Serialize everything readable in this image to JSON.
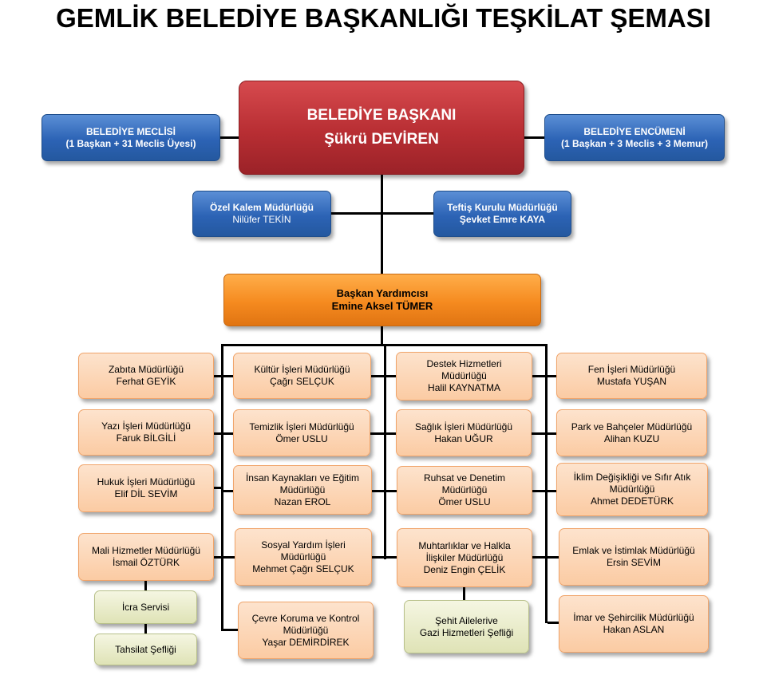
{
  "title": "GEMLİK BELEDİYE BAŞKANLIĞI TEŞKİLAT ŞEMASI",
  "top": {
    "mayor": {
      "line1": "BELEDİYE  BAŞKANI",
      "line2": "Şükrü  DEVİREN"
    },
    "council": {
      "line1": "BELEDİYE  MECLİSİ",
      "line2": "(1 Başkan + 31 Meclis Üyesi)"
    },
    "committee": {
      "line1": "BELEDİYE  ENCÜMENİ",
      "line2": "(1 Başkan + 3 Meclis + 3 Memur)"
    },
    "private_office": {
      "line1": "Özel Kalem Müdürlüğü",
      "line2": "Nilüfer TEKİN"
    },
    "inspection": {
      "line1": "Teftiş Kurulu Müdürlüğü",
      "line2": "Şevket Emre KAYA"
    },
    "deputy": {
      "line1": "Başkan Yardımcısı",
      "line2": "Emine Aksel TÜMER"
    }
  },
  "col1": [
    {
      "line1": "Zabıta Müdürlüğü",
      "line2": "Ferhat GEYİK"
    },
    {
      "line1": "Yazı İşleri Müdürlüğü",
      "line2": "Faruk BİLGİLİ"
    },
    {
      "line1": "Hukuk İşleri Müdürlüğü",
      "line2": "Elif DİL SEVİM"
    },
    {
      "line1": "Mali Hizmetler Müdürlüğü",
      "line2": "İsmail ÖZTÜRK"
    }
  ],
  "col1_sub": [
    {
      "line1": "İcra Servisi"
    },
    {
      "line1": "Tahsilat Şefliği"
    }
  ],
  "col2": [
    {
      "line1": "Kültür  İşleri Müdürlüğü",
      "line2": "Çağrı SELÇUK"
    },
    {
      "line1": "Temizlik  İşleri Müdürlüğü",
      "line2": "Ömer USLU"
    },
    {
      "line1": "İnsan Kaynakları  ve  Eğitim",
      "line2": "Müdürlüğü",
      "line3": "Nazan  EROL"
    },
    {
      "line1": "Sosyal Yardım  İşleri",
      "line2": "Müdürlüğü",
      "line3": "Mehmet Çağrı SELÇUK"
    },
    {
      "line1": "Çevre Koruma ve Kontrol",
      "line2": "Müdürlüğü",
      "line3": "Yaşar DEMİRDİREK"
    }
  ],
  "col3": [
    {
      "line1": "Destek Hizmetleri",
      "line2": "Müdürlüğü",
      "line3": "Halil  KAYNATMA"
    },
    {
      "line1": "Sağlık İşleri Müdürlüğü",
      "line2": "Hakan UĞUR"
    },
    {
      "line1": "Ruhsat  ve  Denetim",
      "line2": "Müdürlüğü",
      "line3": "Ömer  USLU"
    },
    {
      "line1": "Muhtarlıklar ve Halkla",
      "line2": "İlişkiler Müdürlüğü",
      "line3": "Deniz Engin ÇELİK"
    }
  ],
  "col3_sub": [
    {
      "line1": "Şehit Ailelerive",
      "line2": "Gazi Hizmetleri Şefliği"
    }
  ],
  "col4": [
    {
      "line1": "Fen İşleri Müdürlüğü",
      "line2": "Mustafa YUŞAN"
    },
    {
      "line1": "Park ve Bahçeler Müdürlüğü",
      "line2": "Alihan KUZU"
    },
    {
      "line1": "İklim Değişikliği ve Sıfır Atık",
      "line2": "Müdürlüğü",
      "line3": "Ahmet DEDETÜRK"
    },
    {
      "line1": "Emlak ve İstimlak Müdürlüğü",
      "line2": "Ersin SEVİM"
    },
    {
      "line1": "İmar ve Şehircilik Müdürlüğü",
      "line2": "Hakan ASLAN"
    }
  ],
  "colors": {
    "blue": "#2c63b5",
    "red": "#b82e33",
    "orange": "#f58a1f",
    "peach": "#fbcba3",
    "green": "#dfe3b6"
  }
}
